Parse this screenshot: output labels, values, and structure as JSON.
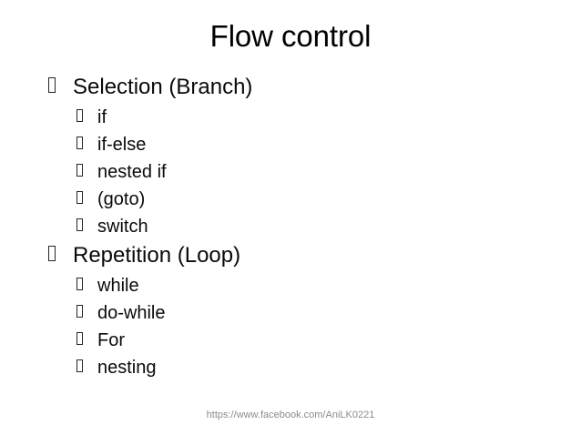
{
  "slide": {
    "title": "Flow control",
    "bullet_glyph": "missing-glyph-box",
    "text_color": "#0a0a0a",
    "background_color": "#ffffff",
    "footer": {
      "text": "https://www.facebook.com/AniLK0221",
      "color": "#8c8c8c"
    },
    "outline": [
      {
        "level": 1,
        "text": "Selection (Branch)"
      },
      {
        "level": 2,
        "text": "if"
      },
      {
        "level": 2,
        "text": "if-else"
      },
      {
        "level": 2,
        "text": "nested if"
      },
      {
        "level": 2,
        "text": "(goto)"
      },
      {
        "level": 2,
        "text": "switch"
      },
      {
        "level": 1,
        "text": "Repetition (Loop)"
      },
      {
        "level": 2,
        "text": "while"
      },
      {
        "level": 2,
        "text": "do-while"
      },
      {
        "level": 2,
        "text": "For"
      },
      {
        "level": 2,
        "text": "nesting"
      }
    ]
  }
}
